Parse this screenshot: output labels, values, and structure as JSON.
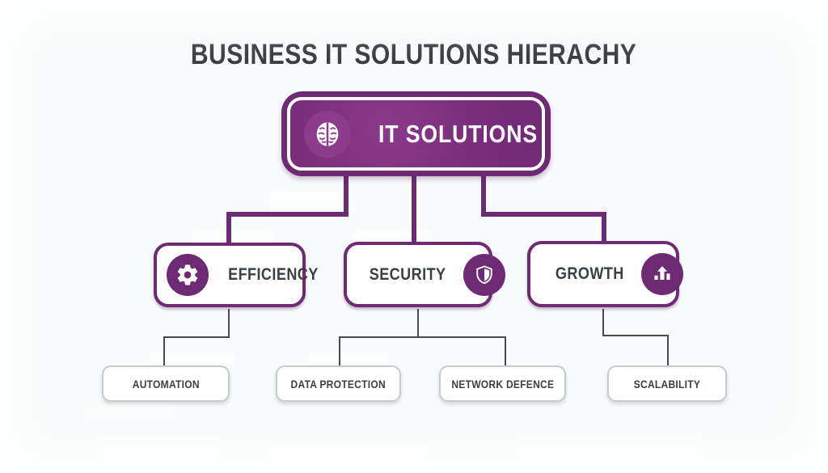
{
  "title": "BUSINESS IT SOLUTIONS HIERACHY",
  "colors": {
    "purple": "#6E2A72",
    "purple_light": "#8C3C8C",
    "text_dark": "#3B4045",
    "leaf_border": "#C6CBCB",
    "connector_gray": "#4A4A4A",
    "background": "#F8FBFB",
    "node_text_white": "#FFFFFF"
  },
  "tree": {
    "root": {
      "label": "IT SOLUTIONS",
      "icon": "brain-icon"
    },
    "level2": [
      {
        "label": "EFFICIENCY",
        "icon": "gear-icon",
        "icon_position": "left"
      },
      {
        "label": "SECURITY",
        "icon": "shield-icon",
        "icon_position": "right"
      },
      {
        "label": "GROWTH",
        "icon": "growth-chart-icon",
        "icon_position": "right"
      }
    ],
    "level3": [
      {
        "label": "AUTOMATION",
        "parent": "EFFICIENCY"
      },
      {
        "label": "DATA PROTECTION",
        "parent": "SECURITY"
      },
      {
        "label": "NETWORK DEFENCE",
        "parent": "SECURITY"
      },
      {
        "label": "SCALABILITY",
        "parent": "GROWTH"
      }
    ]
  }
}
